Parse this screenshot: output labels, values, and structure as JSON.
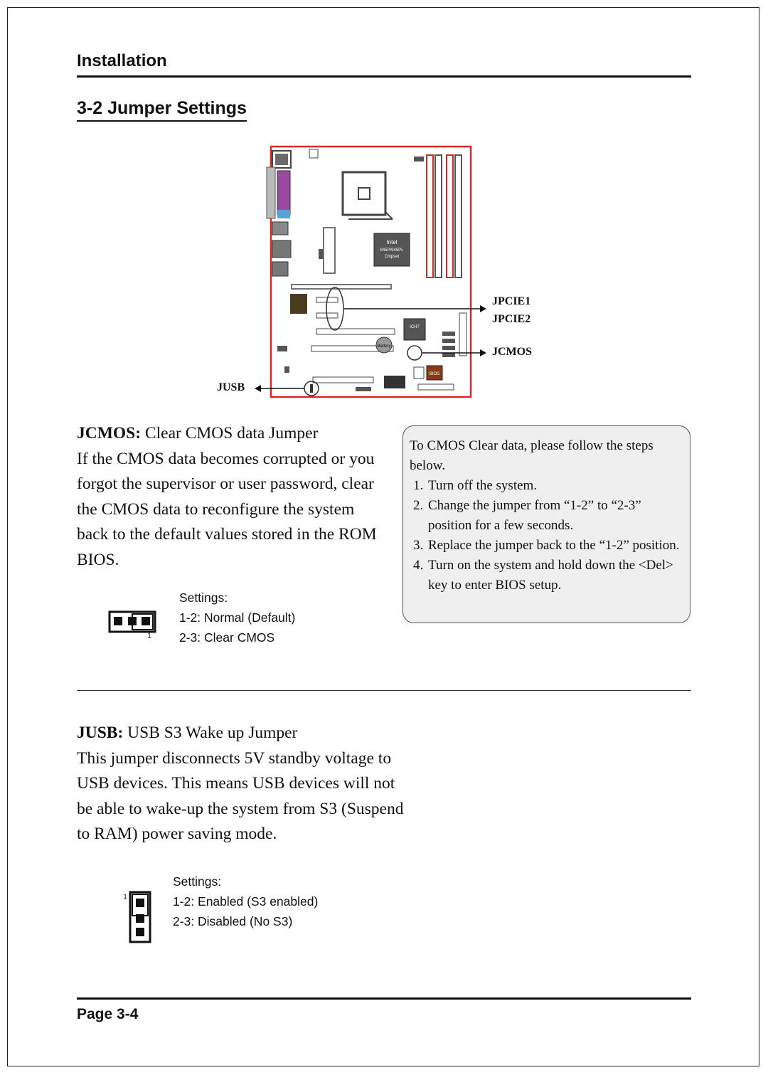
{
  "header": {
    "section": "Installation"
  },
  "heading": "3-2 Jumper Settings",
  "diagram": {
    "labels": {
      "jpcie1": "JPCIE1",
      "jpcie2": "JPCIE2",
      "jcmos": "JCMOS",
      "jusb": "JUSB"
    },
    "chip_labels": [
      "Intel",
      "945P/945PL",
      "Chipset",
      "ICH7",
      "Battery",
      "BIOS"
    ]
  },
  "jcmos": {
    "name": "JCMOS:",
    "title": " Clear CMOS data Jumper",
    "body": "If the CMOS data becomes corrupted or you forgot the supervisor or user password, clear the CMOS data to reconfigure the system back to the default values stored in the ROM BIOS.",
    "settings_label": "Settings:",
    "pin_one": "1",
    "settings": [
      "1-2:  Normal (Default)",
      "2-3:  Clear CMOS"
    ]
  },
  "note": {
    "intro": "To CMOS Clear data, please follow the steps below.",
    "steps": [
      "Turn off  the system.",
      "Change the jumper  from “1-2” to “2-3” position for a few seconds.",
      "Replace the jumper back to the “1-2” position.",
      "Turn on the system and hold down the <Del> key to enter BIOS setup."
    ]
  },
  "jusb": {
    "name": "JUSB:",
    "title": " USB S3 Wake up Jumper",
    "body": "This jumper disconnects 5V standby voltage to USB devices. This means USB devices will not be able to wake-up the system from S3 (Suspend to RAM) power saving mode.",
    "settings_label": "Settings:",
    "pin_one": "1",
    "settings": [
      "1-2:  Enabled (S3 enabled)",
      "2-3:  Disabled (No S3)"
    ]
  },
  "footer": {
    "page": "Page 3-4"
  }
}
